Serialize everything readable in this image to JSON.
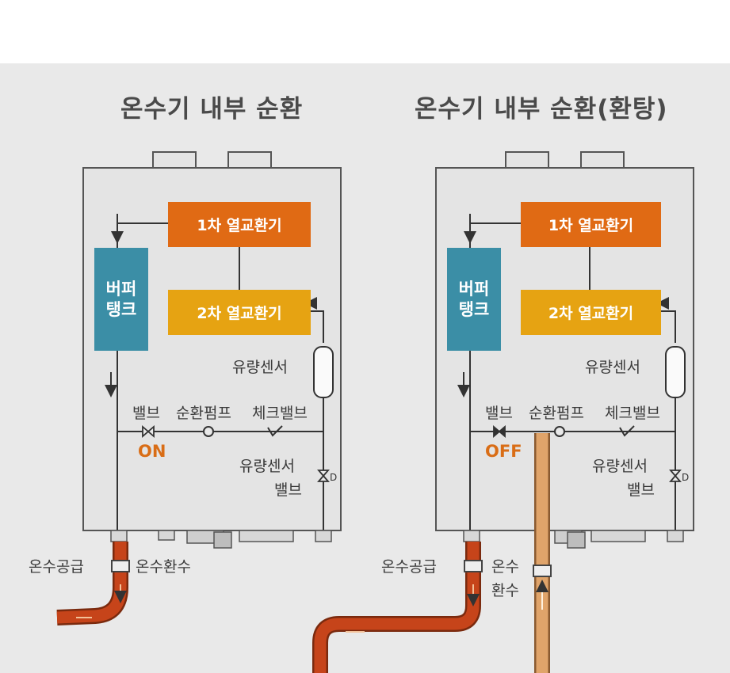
{
  "colors": {
    "background": "#e9e9e9",
    "heat_exchanger_1": "#e06a14",
    "heat_exchanger_2": "#e6a312",
    "buffer_tank": "#3b8ea6",
    "supply_pipe": "#c6441a",
    "return_pipe": "#e0a46a",
    "status_text": "#d96d16"
  },
  "left": {
    "title": "온수기 내부 순환",
    "hex1": "1차 열교환기",
    "hex2": "2차 열교환기",
    "buffer_line1": "버퍼",
    "buffer_line2": "탱크",
    "flow_sensor": "유량센서",
    "valve": "밸브",
    "pump": "순환펌프",
    "check_valve": "체크밸브",
    "valve_state": "ON",
    "flow_sensor_valve_line1": "유량센서",
    "flow_sensor_valve_line2": "밸브",
    "hot_supply": "온수공급",
    "hot_return": "온수환수"
  },
  "right": {
    "title": "온수기 내부 순환(환탕)",
    "hex1": "1차 열교환기",
    "hex2": "2차 열교환기",
    "buffer_line1": "버퍼",
    "buffer_line2": "탱크",
    "flow_sensor": "유량센서",
    "valve": "밸브",
    "pump": "순환펌프",
    "check_valve": "체크밸브",
    "valve_state": "OFF",
    "flow_sensor_valve_line1": "유량센서",
    "flow_sensor_valve_line2": "밸브",
    "hot_supply": "온수공급",
    "hot_return_line1": "온수",
    "hot_return_line2": "환수"
  }
}
